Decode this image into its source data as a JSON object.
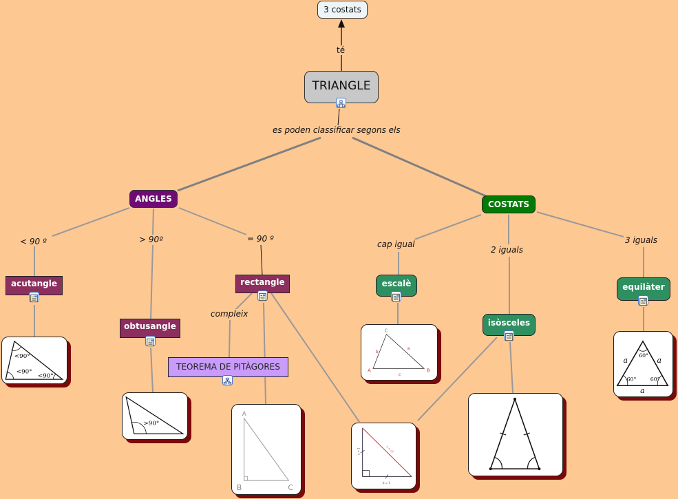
{
  "concept_map": {
    "root": {
      "label": "TRIANGLE",
      "resource_icon": "concept-map-link-icon"
    },
    "top_node": {
      "label": "3 costats",
      "link_label": "té"
    },
    "root_link_label": "es poden classificar segons els",
    "angles": {
      "label": "ANGLES",
      "color": "#6e0c73",
      "children": [
        {
          "link_label": "< 90 º",
          "label": "acutangle",
          "resource_icon": "image-document-icon",
          "image": "acute-triangle",
          "image_labels": [
            "<90°",
            "<90°",
            "<90°"
          ]
        },
        {
          "link_label": "> 90º",
          "label": "obtusangle",
          "resource_icon": "image-document-icon",
          "image": "obtuse-triangle",
          "image_labels": [
            ">90°"
          ]
        },
        {
          "link_label": "= 90 º",
          "label": "rectangle",
          "resource_icon": "image-document-icon",
          "image": "right-triangle",
          "image_labels": [
            "A",
            "B",
            "C"
          ]
        }
      ],
      "rectangle_extra": {
        "link_label": "compleix",
        "label": "TEOREMA DE PITÀGORES",
        "resource_icon": "concept-map-link-icon"
      }
    },
    "costats": {
      "label": "COSTATS",
      "color": "#037a05",
      "children": [
        {
          "link_label": "cap igual",
          "label": "escalè",
          "resource_icon": "image-document-icon",
          "image": "scalene-triangle",
          "image_labels": [
            "A",
            "B",
            "C",
            "a",
            "b",
            "c"
          ]
        },
        {
          "link_label": "2 iguals",
          "label": "isòsceles",
          "resource_icon": "image-document-icon",
          "image": "isosceles-triangle"
        },
        {
          "link_label": "3 iguals",
          "label": "equilàter",
          "resource_icon": "image-document-icon",
          "image": "equilateral-triangle",
          "image_labels": [
            "60°",
            "60°",
            "60°",
            "a",
            "a",
            "a"
          ]
        }
      ]
    },
    "shared_image": {
      "image": "right-isosceles-triangle",
      "image_labels": [
        "a = 1",
        "b = 1",
        "c = √2"
      ]
    }
  }
}
